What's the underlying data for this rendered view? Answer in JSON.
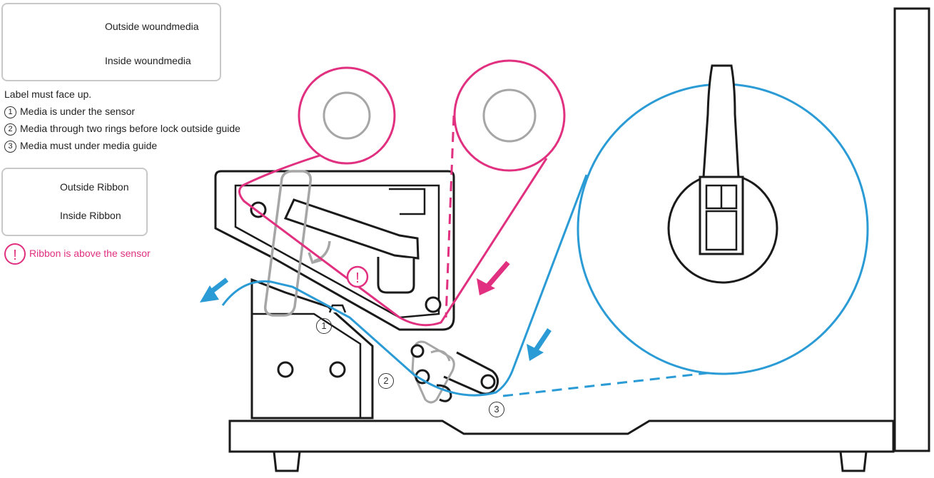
{
  "legend_media": {
    "outside_label": "Outside woundmedia",
    "inside_label": "Inside woundmedia"
  },
  "notes": {
    "face_up": "Label must face up.",
    "step1_marker": "1",
    "step1": "Media is under the sensor",
    "step2_marker": "2",
    "step2": "Media through two rings before lock outside guide",
    "step3_marker": "3",
    "step3": "Media must under media guide"
  },
  "legend_ribbon": {
    "outside_label": "Outside Ribbon",
    "inside_label": "Inside Ribbon"
  },
  "warning": {
    "mark": "!",
    "text": "Ribbon is above the sensor"
  },
  "diagram_labels": {
    "step1": "1",
    "step2": "2",
    "step3": "3"
  },
  "colors": {
    "media": "#2b9bd6",
    "ribbon": "#e0307f",
    "outline": "#1a1a1a",
    "gray": "#a6a6a6"
  }
}
